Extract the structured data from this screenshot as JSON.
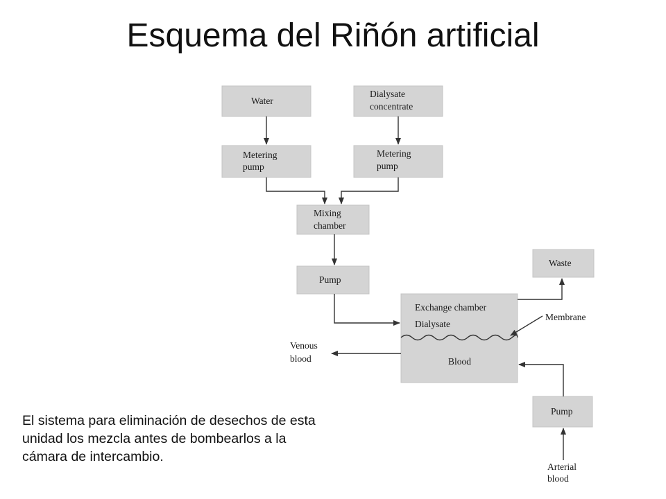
{
  "title": "Esquema del Riñón artificial",
  "diagram": {
    "water": "Water",
    "dialysate_concentrate": [
      "Dialysate",
      "concentrate"
    ],
    "metering_pump_left": [
      "Metering",
      "pump"
    ],
    "metering_pump_right": [
      "Metering",
      "pump"
    ],
    "mixing_chamber": [
      "Mixing",
      "chamber"
    ],
    "pump_top": "Pump",
    "exchange_chamber": "Exchange chamber",
    "dialysate": "Dialysate",
    "blood": "Blood",
    "waste": "Waste",
    "membrane": "Membrane",
    "venous_blood": [
      "Venous",
      "blood"
    ],
    "pump_bottom": "Pump",
    "arterial_blood": [
      "Arterial",
      "blood"
    ]
  },
  "caption": [
    "El sistema para eliminación de desechos de esta",
    "unidad los mezcla antes de bombearlos a la",
    "cámara de intercambio."
  ]
}
